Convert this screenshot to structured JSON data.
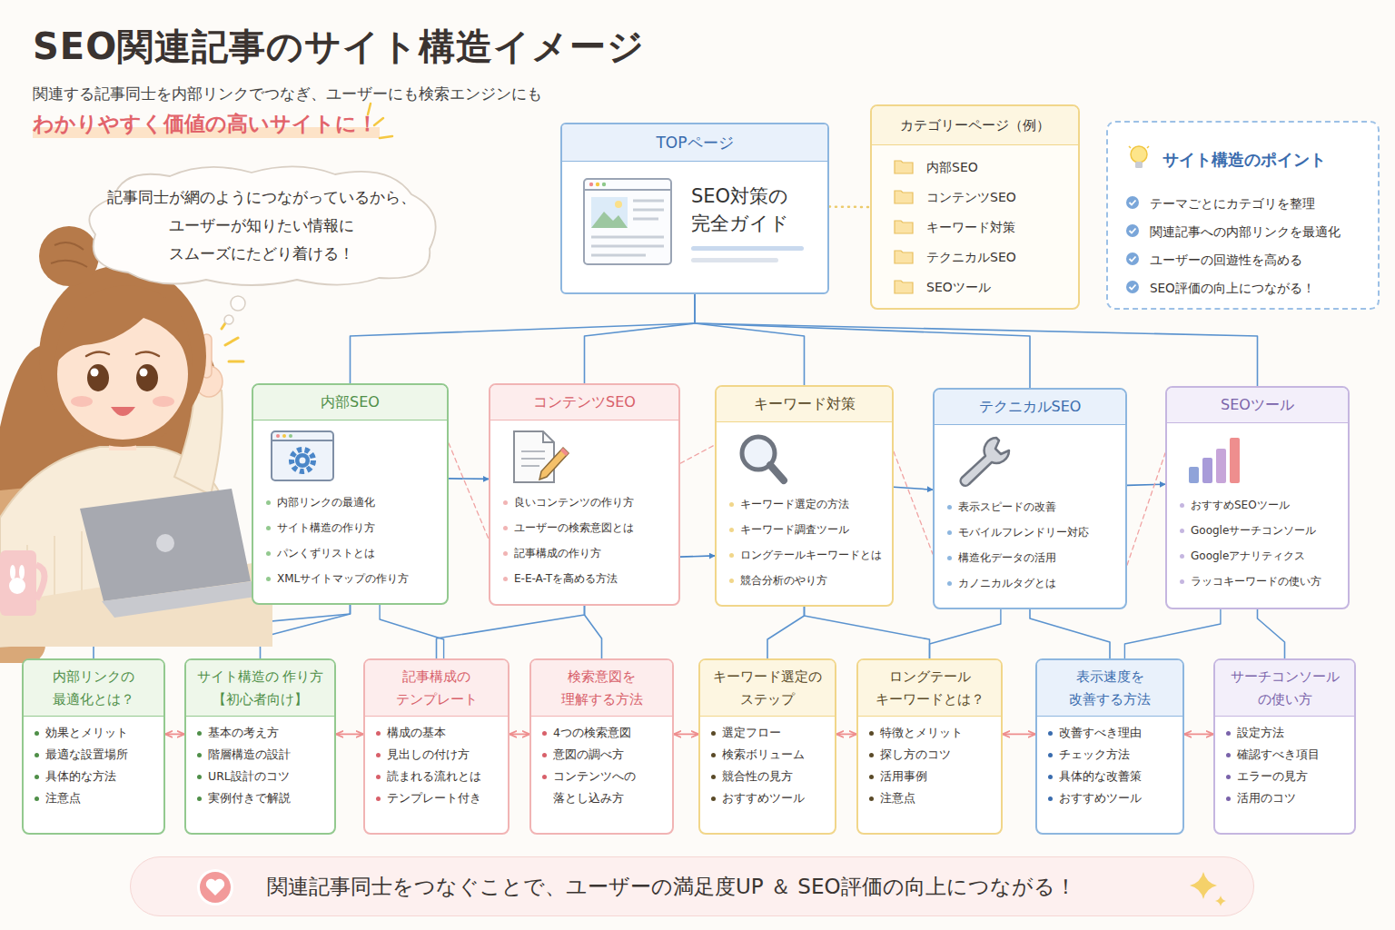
{
  "diagram": {
    "title": "SEO関連記事のサイト構造イメージ",
    "nodes": [
      {
        "text": [
          "TOPページ",
          "SEO対策の 完全ガイド"
        ]
      },
      {
        "text": [
          "カテゴリーページ（例）",
          "内部SEO",
          "コンテンツSEO",
          "キーワード対策",
          "テクニカルSEO",
          "SEOツール"
        ]
      },
      {
        "text": [
          "サイト構造のポイント",
          "テーマごとにカテゴリを整理",
          "関連記事への内部リンクを最適化",
          "ユーザーの回遊性を高める",
          "SEO評価の向上につながる！"
        ]
      },
      {
        "text": [
          "記事同士が網のようにつながっているから、 ユーザーが知りたい情報に スムーズにたどり着ける！"
        ]
      },
      {
        "text": [
          "内部SEO",
          "内部リンクの最適化",
          "サイト構造の作り方",
          "パンくずリストとは",
          "XMLサイトマップの作り方"
        ]
      },
      {
        "text": [
          "コンテンツSEO",
          "良いコンテンツの作り方",
          "ユーザーの検索意図とは",
          "記事構成の作り方",
          "E-E-A-Tを高める方法"
        ]
      },
      {
        "text": [
          "キーワード対策",
          "キーワード選定の方法",
          "キーワード調査ツール",
          "ロングテールキーワードとは",
          "競合分析のやり方"
        ]
      },
      {
        "text": [
          "テクニカルSEO",
          "表示スピードの改善",
          "モバイルフレンドリー対応",
          "構造化データの活用",
          "カノニカルタグとは"
        ]
      },
      {
        "text": [
          "SEOツール",
          "おすすめSEOツール",
          "Googleサーチコンソール",
          "Googleアナリティクス",
          "ラッコキーワードの使い方"
        ]
      },
      {
        "text": [
          "内部リンクの 最適化とは？",
          "効果とメリット",
          "最適な設置場所",
          "具体的な方法",
          "注意点"
        ]
      },
      {
        "text": [
          "サイト構造の 作り方【初心者向け】",
          "基本の考え方",
          "階層構造の設計",
          "URL設計のコツ",
          "実例付きで解説"
        ]
      },
      {
        "text": [
          "記事構成の テンプレート",
          "構成の基本",
          "見出しの付け方",
          "読まれる流れとは",
          "テンプレート付き"
        ]
      },
      {
        "text": [
          "検索意図を 理解する方法",
          "4つの検索意図",
          "意図の調べ方",
          "コンテンツへの 落とし込み方"
        ]
      },
      {
        "text": [
          "キーワード選定の ステップ",
          "選定フロー",
          "検索ボリューム",
          "競合性の見方",
          "おすすめツール"
        ]
      },
      {
        "text": [
          "ロングテール キーワードとは？",
          "特徴とメリット",
          "探し方のコツ",
          "活用事例",
          "注意点"
        ]
      },
      {
        "text": [
          "表示速度を 改善する方法",
          "改善すべき理由",
          "チェック方法",
          "具体的な改善策",
          "おすすめツール"
        ]
      },
      {
        "text": [
          "サーチコンソール の使い方",
          "設定方法",
          "確認すべき項目",
          "エラーの見方",
          "活用のコツ"
        ]
      },
      {
        "text": [
          "関連記事同士をつなぐことで、ユーザーの満足度UP ＆ SEO評価の向上につながる！"
        ]
      }
    ],
    "edges": [
      {
        "from": 0,
        "to": 1,
        "arrow": "none"
      },
      {
        "from": 0,
        "to": 4,
        "arrow": "none"
      },
      {
        "from": 0,
        "to": 5,
        "arrow": "none"
      },
      {
        "from": 0,
        "to": 6,
        "arrow": "none"
      },
      {
        "from": 0,
        "to": 7,
        "arrow": "none"
      },
      {
        "from": 0,
        "to": 8,
        "arrow": "none"
      },
      {
        "from": 4,
        "to": 5,
        "arrow": "to"
      },
      {
        "from": 5,
        "to": 6,
        "arrow": "to"
      },
      {
        "from": 6,
        "to": 7,
        "arrow": "to"
      },
      {
        "from": 7,
        "to": 8,
        "arrow": "to"
      },
      {
        "from": 4,
        "to": 5,
        "arrow": "none"
      },
      {
        "from": 5,
        "to": 6,
        "arrow": "none"
      },
      {
        "from": 6,
        "to": 7,
        "arrow": "none"
      },
      {
        "from": 7,
        "to": 8,
        "arrow": "none"
      },
      {
        "from": 4,
        "to": 9,
        "arrow": "none"
      },
      {
        "from": 4,
        "to": 10,
        "arrow": "none"
      },
      {
        "from": 5,
        "to": 11,
        "arrow": "none"
      },
      {
        "from": 5,
        "to": 12,
        "arrow": "none"
      },
      {
        "from": 6,
        "to": 13,
        "arrow": "none"
      },
      {
        "from": 6,
        "to": 14,
        "arrow": "none"
      },
      {
        "from": 7,
        "to": 15,
        "arrow": "none"
      },
      {
        "from": 8,
        "to": 16,
        "arrow": "none"
      },
      {
        "from": 4,
        "to": 11,
        "arrow": "none"
      },
      {
        "from": 7,
        "to": 14,
        "arrow": "none"
      },
      {
        "from": 8,
        "to": 15,
        "arrow": "none"
      },
      {
        "from": 9,
        "to": 10,
        "arrow": "both"
      },
      {
        "from": 10,
        "to": 11,
        "arrow": "both"
      },
      {
        "from": 11,
        "to": 12,
        "arrow": "both"
      },
      {
        "from": 12,
        "to": 13,
        "arrow": "both"
      },
      {
        "from": 13,
        "to": 14,
        "arrow": "both"
      },
      {
        "from": 14,
        "to": 15,
        "arrow": "both"
      },
      {
        "from": 15,
        "to": 16,
        "arrow": "both"
      }
    ],
    "labels": [
      "関連する記事同士を内部リンクでつなぎ、ユーザーにも検索エンジンにも",
      "わかりやすく価値の高いサイトに！"
    ]
  }
}
